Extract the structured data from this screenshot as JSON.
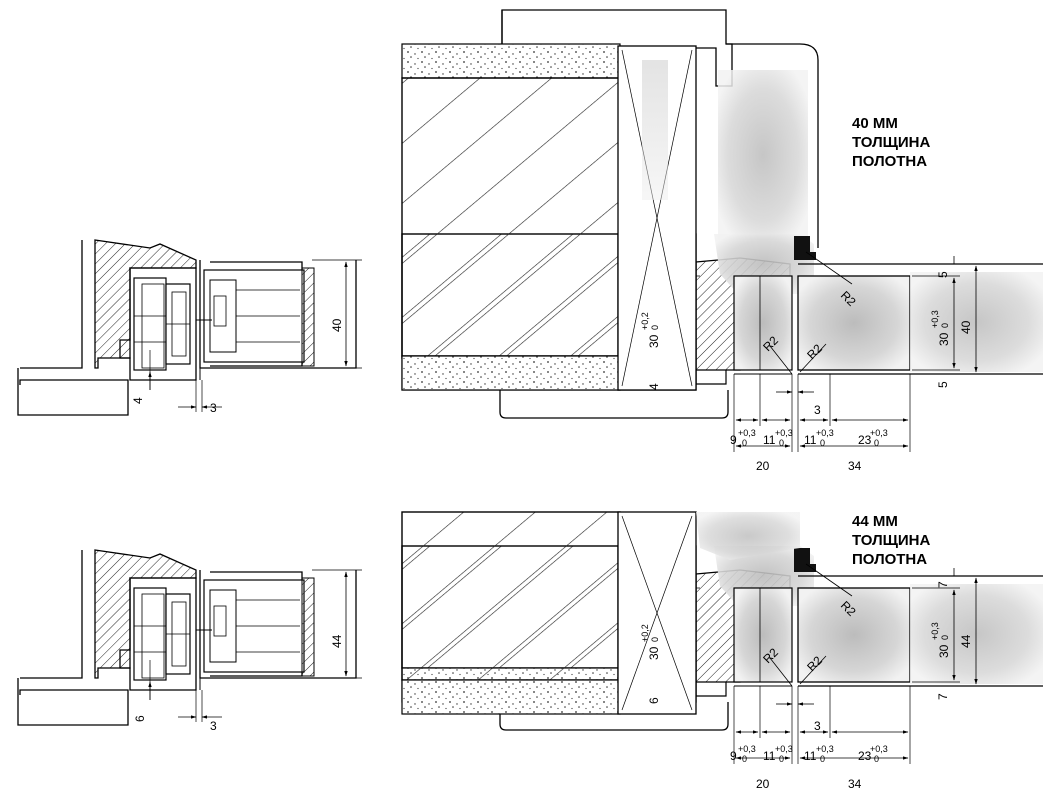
{
  "panels": [
    {
      "id": "top",
      "label_lines": [
        "40 ММ",
        "ТОЛЩИНА",
        "ПОЛОТНА"
      ],
      "side_gap": "4",
      "small_gap": "3",
      "height_total": "40",
      "main": {
        "lock_30": "30",
        "lock_30_tol_upper": "+0,2",
        "lock_30_tol_lower": "0",
        "bottom_gap": "4",
        "top_5": "5",
        "bottom_5": "5",
        "right_total": "40",
        "right_30": "30",
        "right_30_tol_upper": "+0,3",
        "right_30_tol_lower": "0",
        "radius_1": "R2",
        "radius_2": "R2",
        "radius_3": "R2",
        "d9": "9",
        "d9_tol_upper": "+0,3",
        "d9_tol_lower": "0",
        "d11a": "11",
        "d11a_tol_upper": "+0,3",
        "d11a_tol_lower": "0",
        "d3": "3",
        "d11b": "11",
        "d11b_tol_upper": "+0,3",
        "d11b_tol_lower": "0",
        "d23": "23",
        "d23_tol_upper": "+0,3",
        "d23_tol_lower": "0",
        "d20": "20",
        "d34": "34"
      }
    },
    {
      "id": "bottom",
      "label_lines": [
        "44 ММ",
        "ТОЛЩИНА",
        "ПОЛОТНА"
      ],
      "side_gap": "6",
      "small_gap": "3",
      "height_total": "44",
      "main": {
        "lock_30": "30",
        "lock_30_tol_upper": "+0,2",
        "lock_30_tol_lower": "0",
        "bottom_gap": "6",
        "top_5": "7",
        "bottom_5": "7",
        "right_total": "44",
        "right_30": "30",
        "right_30_tol_upper": "+0,3",
        "right_30_tol_lower": "0",
        "radius_1": "R2",
        "radius_2": "R2",
        "radius_3": "R2",
        "d9": "9",
        "d9_tol_upper": "+0,3",
        "d9_tol_lower": "0",
        "d11a": "11",
        "d11a_tol_upper": "+0,3",
        "d11a_tol_lower": "0",
        "d3": "3",
        "d11b": "11",
        "d11b_tol_upper": "+0,3",
        "d11b_tol_lower": "0",
        "d23": "23",
        "d23_tol_upper": "+0,3",
        "d23_tol_lower": "0",
        "d20": "20",
        "d34": "34"
      }
    }
  ]
}
